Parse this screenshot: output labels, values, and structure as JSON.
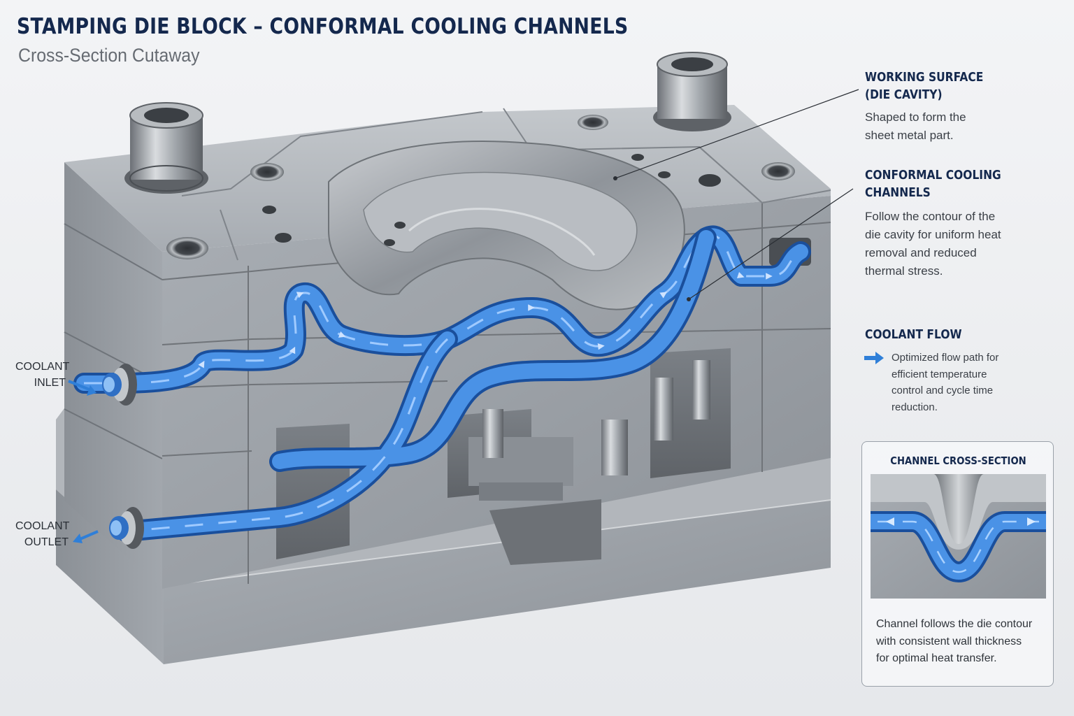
{
  "header": {
    "title": "STAMPING DIE BLOCK – CONFORMAL COOLING CHANNELS",
    "subtitle": "Cross-Section Cutaway"
  },
  "annotations": {
    "working_surface": {
      "heading": [
        "WORKING SURFACE",
        "(DIE CAVITY)"
      ],
      "body": [
        "Shaped to form the",
        "sheet metal part."
      ]
    },
    "conformal_channels": {
      "heading": [
        "CONFORMAL COOLING",
        "CHANNELS"
      ],
      "body": [
        "Follow the contour of the",
        "die cavity for uniform heat",
        "removal and reduced",
        "thermal stress."
      ]
    },
    "coolant_flow": {
      "heading": "COOLANT FLOW",
      "body": [
        "Optimized flow path for",
        "efficient temperature",
        "control and cycle time",
        "reduction."
      ],
      "arrow_color": "#2f7fd8"
    }
  },
  "ports": {
    "inlet": [
      "COOLANT",
      "INLET"
    ],
    "outlet": [
      "COOLANT",
      "OUTLET"
    ]
  },
  "inset": {
    "title": "CHANNEL CROSS-SECTION",
    "description": [
      "Channel follows the die contour",
      "with consistent wall thickness",
      "for optimal heat transfer."
    ]
  },
  "colors": {
    "heading_navy": "#14284d",
    "coolant_blue": "#2f7fd8",
    "steel": "#9da2a8"
  }
}
